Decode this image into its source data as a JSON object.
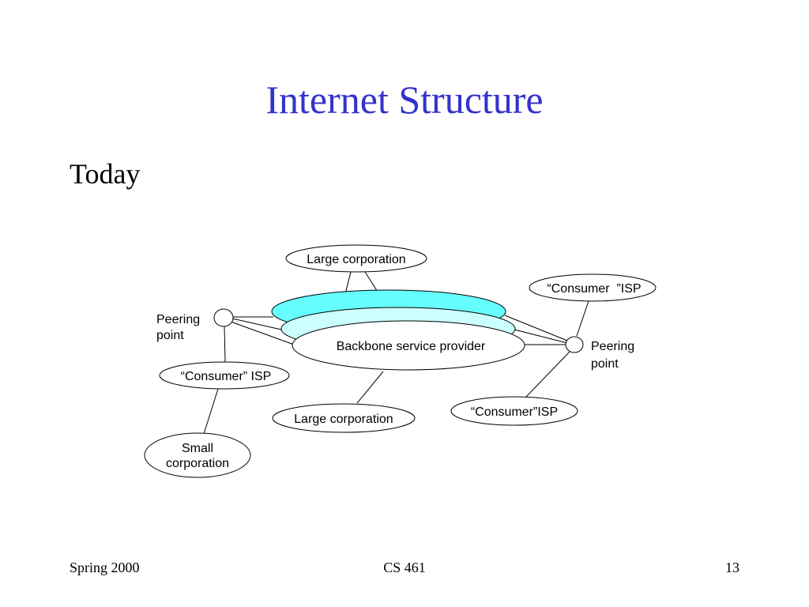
{
  "slide": {
    "title": "Internet Structure",
    "bullet": "Today",
    "footer": {
      "left": "Spring 2000",
      "center": "CS 461",
      "right": "13"
    }
  },
  "diagram": {
    "backbone_label": "Backbone service provider",
    "large_corp_top": "Large corporation",
    "large_corp_bottom": "Large corporation",
    "consumer_isp_top_right": "“Consumer  ”ISP",
    "consumer_isp_left": "“Consumer” ISP",
    "consumer_isp_bottom_right": "“Consumer”ISP",
    "small_corp_line1": "Small",
    "small_corp_line2": "corporation",
    "peering_left_line1": "Peering",
    "peering_left_line2": "point",
    "peering_right_line1": "Peering",
    "peering_right_line2": "point",
    "colors": {
      "backbone_top_fill": "#66ffff",
      "backbone_mid_fill": "#ccffff",
      "title_color": "#3333cc"
    }
  }
}
